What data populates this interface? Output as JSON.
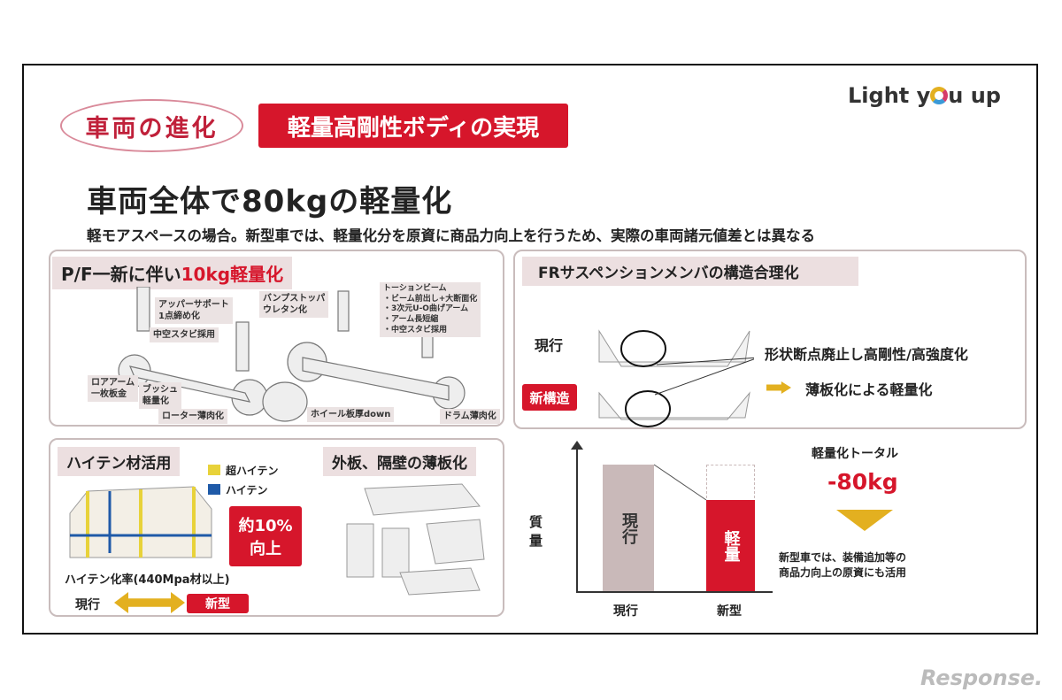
{
  "header": {
    "badge": "車両の進化",
    "heading": "軽量高剛性ボディの実現",
    "logo": "Light you up"
  },
  "title": "車両全体で80kgの軽量化",
  "subtitle": "軽モアスペースの場合。新型車では、軽量化分を原資に商品力向上を行うため、実際の車両諸元値差とは異なる",
  "pf": {
    "tag_prefix": "P/F一新に伴い",
    "tag_highlight": "10kg軽量化",
    "callouts": [
      "アッパーサポート\n1点締め化",
      "中空スタビ採用",
      "ロアアーム\n一枚板金",
      "ブッシュ\n軽量化",
      "ローター薄肉化",
      "バンプストッパ\nウレタン化",
      "トーションビーム\n・ビーム前出し+大断面化\n・3次元U-O曲げアーム\n・アーム長短縮\n・中空スタビ採用",
      "ホイール板厚down",
      "ドラム薄肉化"
    ]
  },
  "fr": {
    "tag": "FRサスペンションメンバの構造合理化",
    "current": "現行",
    "new": "新構造",
    "point1": "形状断点廃止し高剛性/高強度化",
    "point2": "薄板化による軽量化"
  },
  "hiten": {
    "tag": "ハイテン材活用",
    "legend_super": "超ハイテン",
    "legend_hiten": "ハイテン",
    "badge": "約10%\n向上",
    "rate": "ハイテン化率(440Mpa材以上)",
    "current": "現行",
    "new": "新型",
    "colors": {
      "super": "#e8d23a",
      "hiten": "#1f5aa8"
    }
  },
  "panel": {
    "tag": "外板、隔壁の薄板化"
  },
  "mass": {
    "ylabel": "質量",
    "bar_current": "現行",
    "bar_new": "軽量",
    "x_current": "現行",
    "x_new": "新型",
    "current_value": 100,
    "new_value": 72
  },
  "total": {
    "label": "軽量化トータル",
    "value": "-80kg",
    "note": "新型車では、装備追加等の\n商品力向上の原資にも活用"
  },
  "watermark": "Response."
}
